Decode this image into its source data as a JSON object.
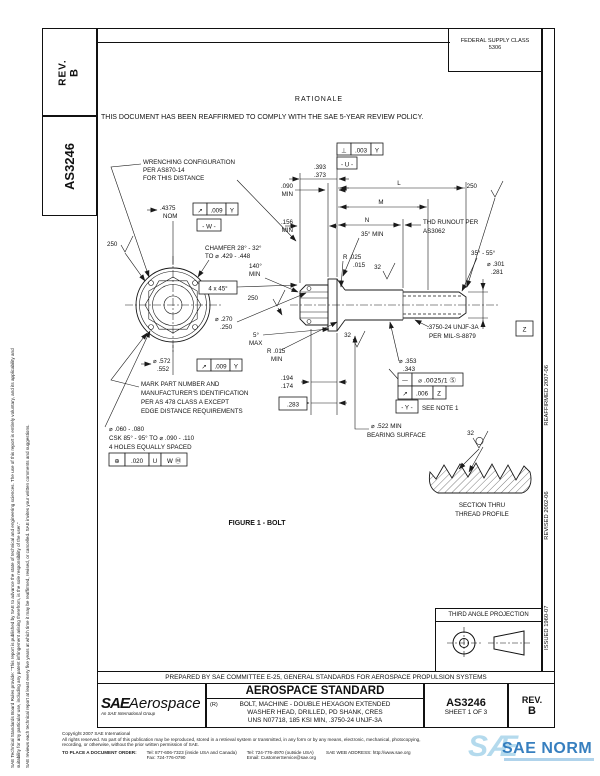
{
  "sidebar": {
    "rev_label": "REV.",
    "rev_value": "B",
    "doc_number": "AS3246"
  },
  "left_margin": {
    "para1": "SAE Technical Standards Board Rules provide: \"This report is published by SAE to advance the state of technical and engineering sciences. The use of this report is entirely voluntary, and its applicability and suitability for any particular use, including any patent infringement arising therefrom, is the sole responsibility of the user.\"",
    "para2": "SAE reviews each technical report at least every five years at which time it may be reaffirmed, revised, or cancelled. SAE invites your written comments and suggestions."
  },
  "right_margin": {
    "issued": "ISSUED 1960-07",
    "revised": "REVISED 2002-06",
    "reaffirmed": "REAFFIRMED 2007-06"
  },
  "header": {
    "fsc_label": "FEDERAL SUPPLY CLASS",
    "fsc_code": "5306",
    "rationale_title": "RATIONALE",
    "rationale_text": "THIS DOCUMENT HAS BEEN REAFFIRMED TO COMPLY WITH THE SAE 5-YEAR REVIEW POLICY."
  },
  "figure": {
    "caption": "FIGURE 1 - BOLT",
    "ann": {
      "wrench1": "WRENCHING CONFIGURATION",
      "wrench2": "PER AS870-14",
      "wrench3": "FOR THIS DISTANCE",
      "nom4375": ".4375",
      "nom_lbl": "NOM",
      "fcfw_sym": "↗",
      "fcfw_tol": ".009",
      "fcfw_dat": "Y",
      "datum_w": "- W -",
      "min090_v": ".090",
      "min090_l": "MIN",
      "h393": ".393",
      "h373": ".373",
      "fcfu_sym": "⊥",
      "fcfu_tol": ".003",
      "fcfu_dat": "Y",
      "datum_u": "- U -",
      "dimL": "L",
      "dimM": "M",
      "dimN": "N",
      "thdro1": "THD RUNOUT PER",
      "thdro2": "AS3062",
      "sf250_left": "250",
      "sf250_mid": "250",
      "sf250_right": "250",
      "min156_v": ".156",
      "min156_l": "MIN",
      "cham1": "CHAMFER 28° - 32°",
      "cham2": "TO ⌀ .429 - .448",
      "min140_v": "140°",
      "min140_l": "MIN",
      "c4x45": "4 x 45°",
      "d270a": "⌀ .270",
      "d270b": ".250",
      "max5_v": "5°",
      "max5_l": "MAX",
      "r025a": "R .025",
      "r025b": ".015",
      "r015a": "R .015",
      "r015b": "MIN",
      "d572a": "⌀ .572",
      "d572b": ".552",
      "fcf572_sym": "↗",
      "fcf572_tol": ".009",
      "fcf572_dat": "Y",
      "d194a": ".194",
      "d194b": ".174",
      "d283": ".283",
      "mark1": "MARK PART NUMBER AND",
      "mark2": "MANUFACTURER'S IDENTIFICATION",
      "mark3": "PER AS 478 CLASS A EXCEPT",
      "mark4": "EDGE DISTANCE REQUIREMENTS",
      "holes1": "⌀ .060 - .080",
      "holes2": "CSK 85° - 95° TO ⌀ .090 - .110",
      "holes3": "4 HOLES EQUALLY SPACED",
      "fcfh_sym": "⊕",
      "fcfh_tol": ".020",
      "fcfh_d1": "U",
      "fcfh_d2": "W Ⓜ",
      "min35": "35° MIN",
      "deg3555": "35° - 55°",
      "d301a": "⌀ .301",
      "d301b": ".281",
      "thr1": ".3750-24 UNJF-3A",
      "thr2": "PER MIL-S-8879",
      "datum_z": "Z",
      "sf32_a": "32",
      "sf32_b": "32",
      "sf32_c": "32",
      "d353a": "⌀ .353",
      "d353b": ".343",
      "fcfs_sym": "—",
      "fcfs_val": "⌀ .0025/1 Ⓢ",
      "fcfr_sym": "↗",
      "fcfr_tol": ".006",
      "fcfr_dat": "Z",
      "datum_y": "- Y -",
      "seenote": "SEE NOTE 1",
      "bear1": "⌀ .522 MIN",
      "bear2": "BEARING SURFACE",
      "sect1": "SECTION THRU",
      "sect2": "THREAD PROFILE"
    }
  },
  "projection": {
    "label": "THIRD ANGLE PROJECTION"
  },
  "footer": {
    "prepared_by": "PREPARED BY SAE COMMITTEE E-25, GENERAL STANDARDS FOR AEROSPACE PROPULSION SYSTEMS",
    "title_block": {
      "logo_sae": "SAE",
      "logo_aerospace": "Aerospace",
      "logo_sub": "An SAE International Group",
      "standard_type": "AEROSPACE STANDARD",
      "revised_mark": "(R)",
      "title_line1": "BOLT, MACHINE - DOUBLE HEXAGON EXTENDED",
      "title_line2": "WASHER HEAD, DRILLED, PD SHANK, CRES",
      "title_line3": "UNS N07718, 185 KSI MIN, .3750-24 UNJF-3A",
      "doc_number": "AS3246",
      "sheet": "SHEET 1 OF 3",
      "rev_label": "REV.",
      "rev_value": "B"
    },
    "copyright1": "Copyright 2007 SAE International",
    "copyright2": "All rights reserved. No part of this publication may be reproduced, stored in a retrieval system or transmitted, in any form or by any means, electronic, mechanical, photocopying,",
    "copyright3": "recording, or otherwise, without the prior written permission of SAE.",
    "order_label": "TO PLACE A DOCUMENT ORDER:",
    "tel_inside": "Tel: 877-606-7323 (inside USA and Canada)",
    "fax": "Fax: 724-776-0790",
    "tel_outside": "Tel: 724-776-4970 (outside USA)",
    "email": "Email: CustomerService@sae.org",
    "web": "SAE WEB ADDRESS: http://www.sae.org"
  },
  "watermark": {
    "monogram": "SÆ",
    "text": "SAE NORM",
    "color_light": "#a8d4ea",
    "color_dark": "#2272b9"
  }
}
